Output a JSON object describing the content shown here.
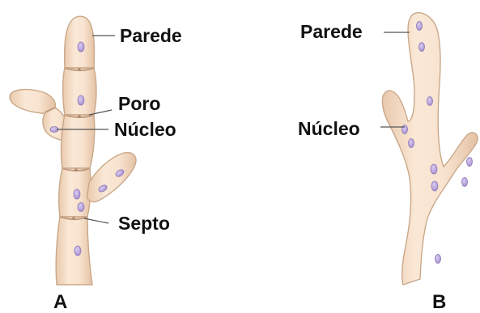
{
  "figure": {
    "panel_a": {
      "letter": "A",
      "labels": {
        "wall": "Parede",
        "pore": "Poro",
        "nucleus": "Núcleo",
        "septum": "Septo"
      }
    },
    "panel_b": {
      "letter": "B",
      "labels": {
        "wall": "Parede",
        "nucleus": "Núcleo"
      }
    }
  },
  "colors": {
    "hypha_fill": "#f5ddc7",
    "hypha_outline": "#c9a88a",
    "nucleus": "#b9a3de",
    "leader_line": "#555555",
    "text": "#111111"
  }
}
